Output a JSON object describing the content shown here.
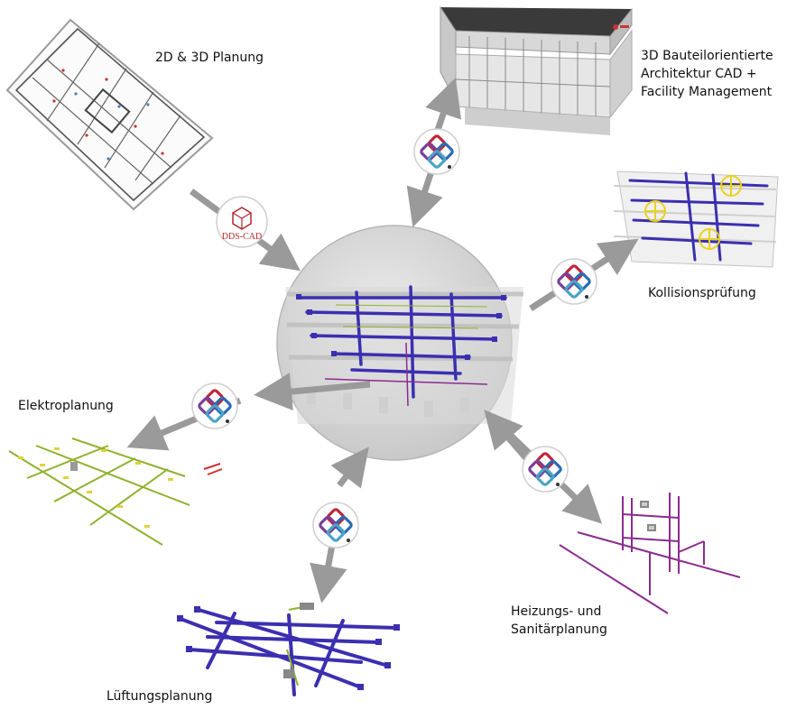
{
  "labels": {
    "planung": "2D & 3D Planung",
    "architektur": [
      "3D Bauteilorientierte",
      "Architektur CAD +",
      "Facility Management"
    ],
    "kollision": "Kollisionsprüfung",
    "elektro": "Elektroplanung",
    "heizung": [
      "Heizungs- und",
      "Sanitärplanung"
    ],
    "lueftung": "Lüftungsplanung"
  },
  "hub_badge": "DDS-CAD",
  "icon_names": [
    "ifc-logo-icon",
    "dds-cad-logo-icon"
  ],
  "colors": {
    "arrow": "#9a9a9a",
    "duct": "#3b2fb0",
    "heating": "#8a2c8f",
    "electrical": "#8fb22c",
    "collision": "#e8d21f",
    "dds_red": "#b3262a"
  }
}
